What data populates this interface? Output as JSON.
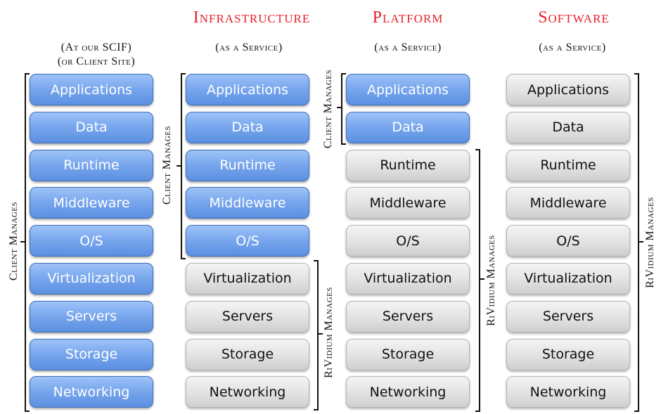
{
  "columns": [
    {
      "title": "",
      "subtitle_lines": [
        "(At our SCIF)",
        "(or Client Site)"
      ],
      "layers": [
        {
          "label": "Applications",
          "managed_by": "client"
        },
        {
          "label": "Data",
          "managed_by": "client"
        },
        {
          "label": "Runtime",
          "managed_by": "client"
        },
        {
          "label": "Middleware",
          "managed_by": "client"
        },
        {
          "label": "O/S",
          "managed_by": "client"
        },
        {
          "label": "Virtualization",
          "managed_by": "client"
        },
        {
          "label": "Servers",
          "managed_by": "client"
        },
        {
          "label": "Storage",
          "managed_by": "client"
        },
        {
          "label": "Networking",
          "managed_by": "client"
        }
      ],
      "brackets": [
        {
          "label": "Client Manages",
          "side": "left"
        }
      ]
    },
    {
      "title": "Infrastructure",
      "subtitle_lines": [
        "(as a Service)"
      ],
      "layers": [
        {
          "label": "Applications",
          "managed_by": "client"
        },
        {
          "label": "Data",
          "managed_by": "client"
        },
        {
          "label": "Runtime",
          "managed_by": "client"
        },
        {
          "label": "Middleware",
          "managed_by": "client"
        },
        {
          "label": "O/S",
          "managed_by": "client"
        },
        {
          "label": "Virtualization",
          "managed_by": "vendor"
        },
        {
          "label": "Servers",
          "managed_by": "vendor"
        },
        {
          "label": "Storage",
          "managed_by": "vendor"
        },
        {
          "label": "Networking",
          "managed_by": "vendor"
        }
      ],
      "brackets": [
        {
          "label": "Client Manages",
          "side": "left"
        },
        {
          "label": "RiVidium Manages",
          "side": "right"
        }
      ]
    },
    {
      "title": "Platform",
      "subtitle_lines": [
        "(as a Service)"
      ],
      "layers": [
        {
          "label": "Applications",
          "managed_by": "client"
        },
        {
          "label": "Data",
          "managed_by": "client"
        },
        {
          "label": "Runtime",
          "managed_by": "vendor"
        },
        {
          "label": "Middleware",
          "managed_by": "vendor"
        },
        {
          "label": "O/S",
          "managed_by": "vendor"
        },
        {
          "label": "Virtualization",
          "managed_by": "vendor"
        },
        {
          "label": "Servers",
          "managed_by": "vendor"
        },
        {
          "label": "Storage",
          "managed_by": "vendor"
        },
        {
          "label": "Networking",
          "managed_by": "vendor"
        }
      ],
      "brackets": [
        {
          "label": "Client Manages",
          "side": "left"
        },
        {
          "label": "RiVidium Manages",
          "side": "right"
        }
      ]
    },
    {
      "title": "Software",
      "subtitle_lines": [
        "(as a Service)"
      ],
      "layers": [
        {
          "label": "Applications",
          "managed_by": "vendor"
        },
        {
          "label": "Data",
          "managed_by": "vendor"
        },
        {
          "label": "Runtime",
          "managed_by": "vendor"
        },
        {
          "label": "Middleware",
          "managed_by": "vendor"
        },
        {
          "label": "O/S",
          "managed_by": "vendor"
        },
        {
          "label": "Virtualization",
          "managed_by": "vendor"
        },
        {
          "label": "Servers",
          "managed_by": "vendor"
        },
        {
          "label": "Storage",
          "managed_by": "vendor"
        },
        {
          "label": "Networking",
          "managed_by": "vendor"
        }
      ],
      "brackets": [
        {
          "label": "RiVidium Manages",
          "side": "right"
        }
      ]
    }
  ],
  "colors": {
    "title": "#e8202a",
    "client_box": "#6f9ee8",
    "vendor_box": "#dcdcdc"
  }
}
